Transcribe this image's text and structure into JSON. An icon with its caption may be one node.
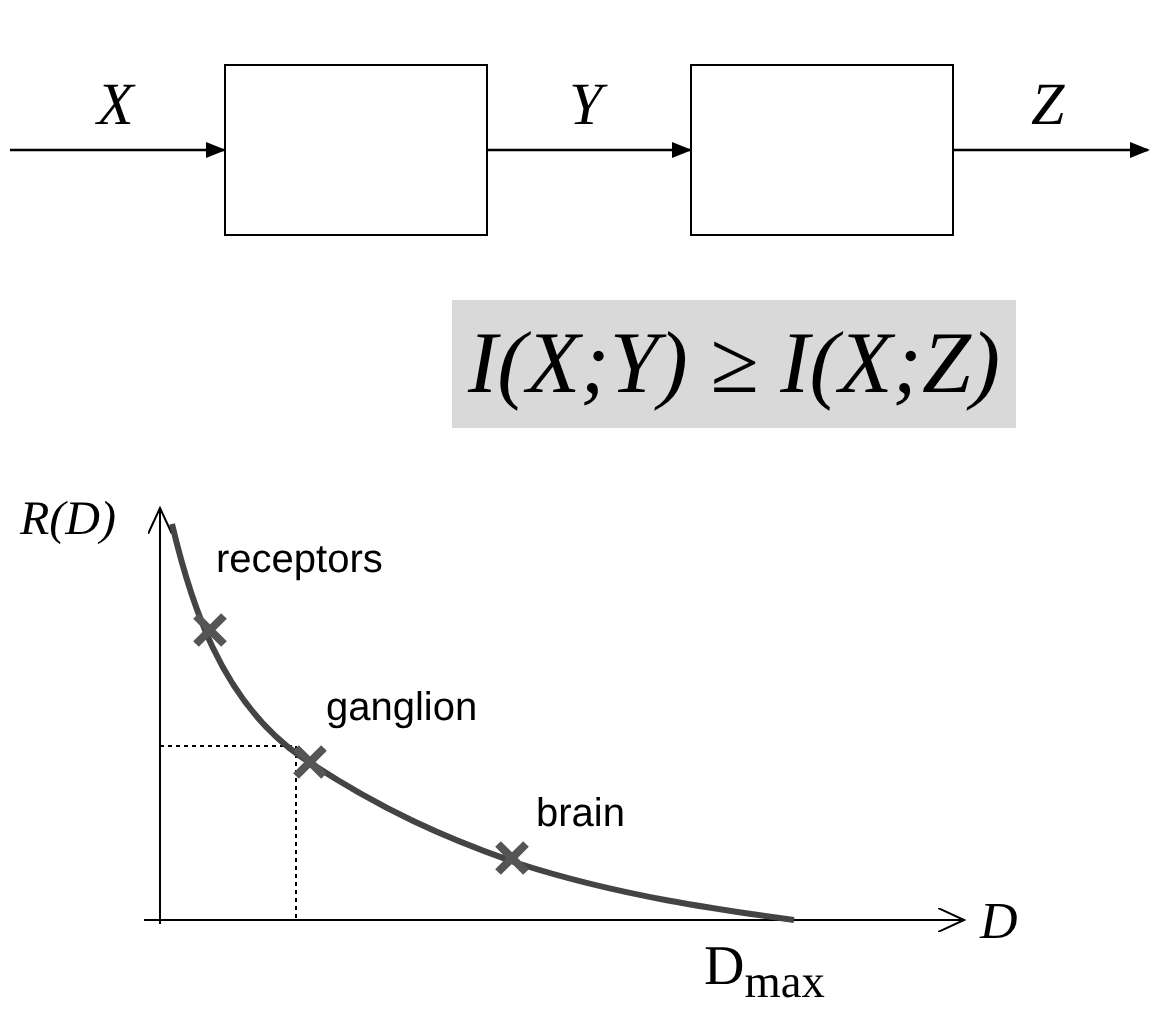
{
  "diagram": {
    "nodes": [
      {
        "text": [],
        "shape": "box"
      },
      {
        "text": [],
        "shape": "box"
      }
    ],
    "edges": [
      {
        "from": null,
        "to": 0,
        "arrow": "to",
        "label": "X"
      },
      {
        "from": 0,
        "to": 1,
        "arrow": "to",
        "label": "Y"
      },
      {
        "from": 1,
        "to": null,
        "arrow": "to",
        "label": "Z"
      }
    ],
    "labels": [
      "I(X;Y) ≥ I(X;Z)",
      "R(D)",
      "receptors",
      "ganglion",
      "brain",
      "D",
      "D$_{max}$"
    ]
  }
}
